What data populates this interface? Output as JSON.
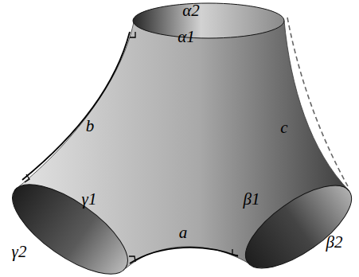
{
  "diagram": {
    "labels": [
      "α2",
      "α1",
      "b",
      "c",
      "γ1",
      "β1",
      "a",
      "γ2",
      "β2"
    ]
  }
}
